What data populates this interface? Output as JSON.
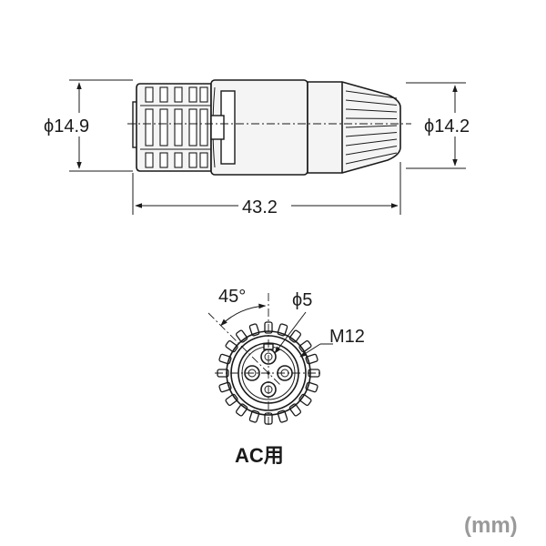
{
  "side_view": {
    "left_diameter": "ϕ14.9",
    "right_diameter": "ϕ14.2",
    "length": "43.2"
  },
  "front_view": {
    "angle": "45°",
    "pin_diameter": "ϕ5",
    "thread": "M12"
  },
  "caption": "AC用",
  "unit": "(mm)"
}
